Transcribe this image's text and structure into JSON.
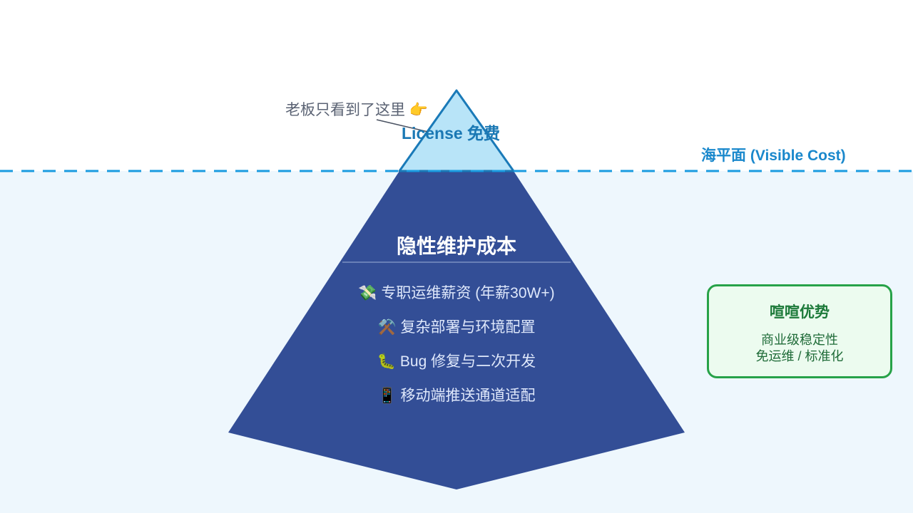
{
  "annotation": {
    "boss_text": "老板只看到了这里 👉"
  },
  "tip": {
    "label": "License 免费"
  },
  "sea_level": {
    "label": "海平面 (Visible Cost)"
  },
  "hidden": {
    "title": "隐性维护成本",
    "items": [
      {
        "icon": "💸",
        "text": "专职运维薪资 (年薪30W+)"
      },
      {
        "icon": "⚒️",
        "text": "复杂部署与环境配置"
      },
      {
        "icon": "🐛",
        "text": "Bug 修复与二次开发"
      },
      {
        "icon": "📱",
        "text": "移动端推送通道适配"
      }
    ]
  },
  "advantage": {
    "title": "喧喧优势",
    "lines": [
      "商业级稳定性",
      "免运维 / 标准化"
    ]
  },
  "colors": {
    "water": "#eef7fd",
    "deep": "#334e96",
    "tip": "#b8e4f8",
    "accent": "#1a9be0",
    "green": "#27a248"
  }
}
